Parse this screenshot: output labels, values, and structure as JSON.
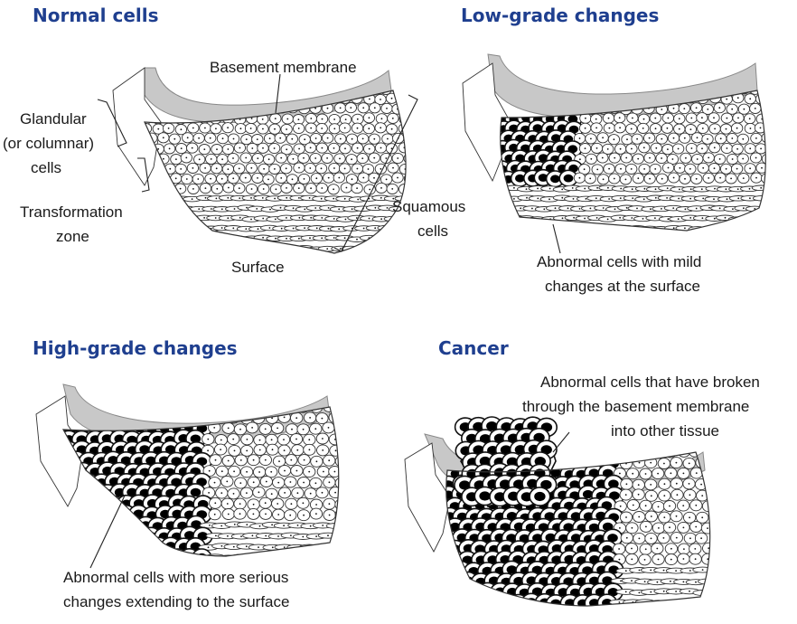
{
  "colors": {
    "heading": "#1f3f8f",
    "membrane": "#c8c8c8",
    "text": "#1a1a1a"
  },
  "panels": {
    "normal": {
      "title": "Normal cells",
      "basement_membrane": "Basement membrane",
      "glandular": [
        "Glandular",
        "(or columnar)",
        "cells"
      ],
      "transformation": [
        "Transformation",
        "zone"
      ],
      "squamous": [
        "Squamous",
        "cells"
      ],
      "surface": "Surface"
    },
    "low": {
      "title": "Low-grade changes",
      "caption": [
        "Abnormal cells with mild",
        "changes at the surface"
      ]
    },
    "high": {
      "title": "High-grade changes",
      "caption": [
        "Abnormal cells with more serious",
        "changes extending to the surface"
      ]
    },
    "cancer": {
      "title": "Cancer",
      "caption": [
        "Abnormal cells that have broken",
        "through the basement membrane",
        "into other tissue"
      ]
    }
  }
}
